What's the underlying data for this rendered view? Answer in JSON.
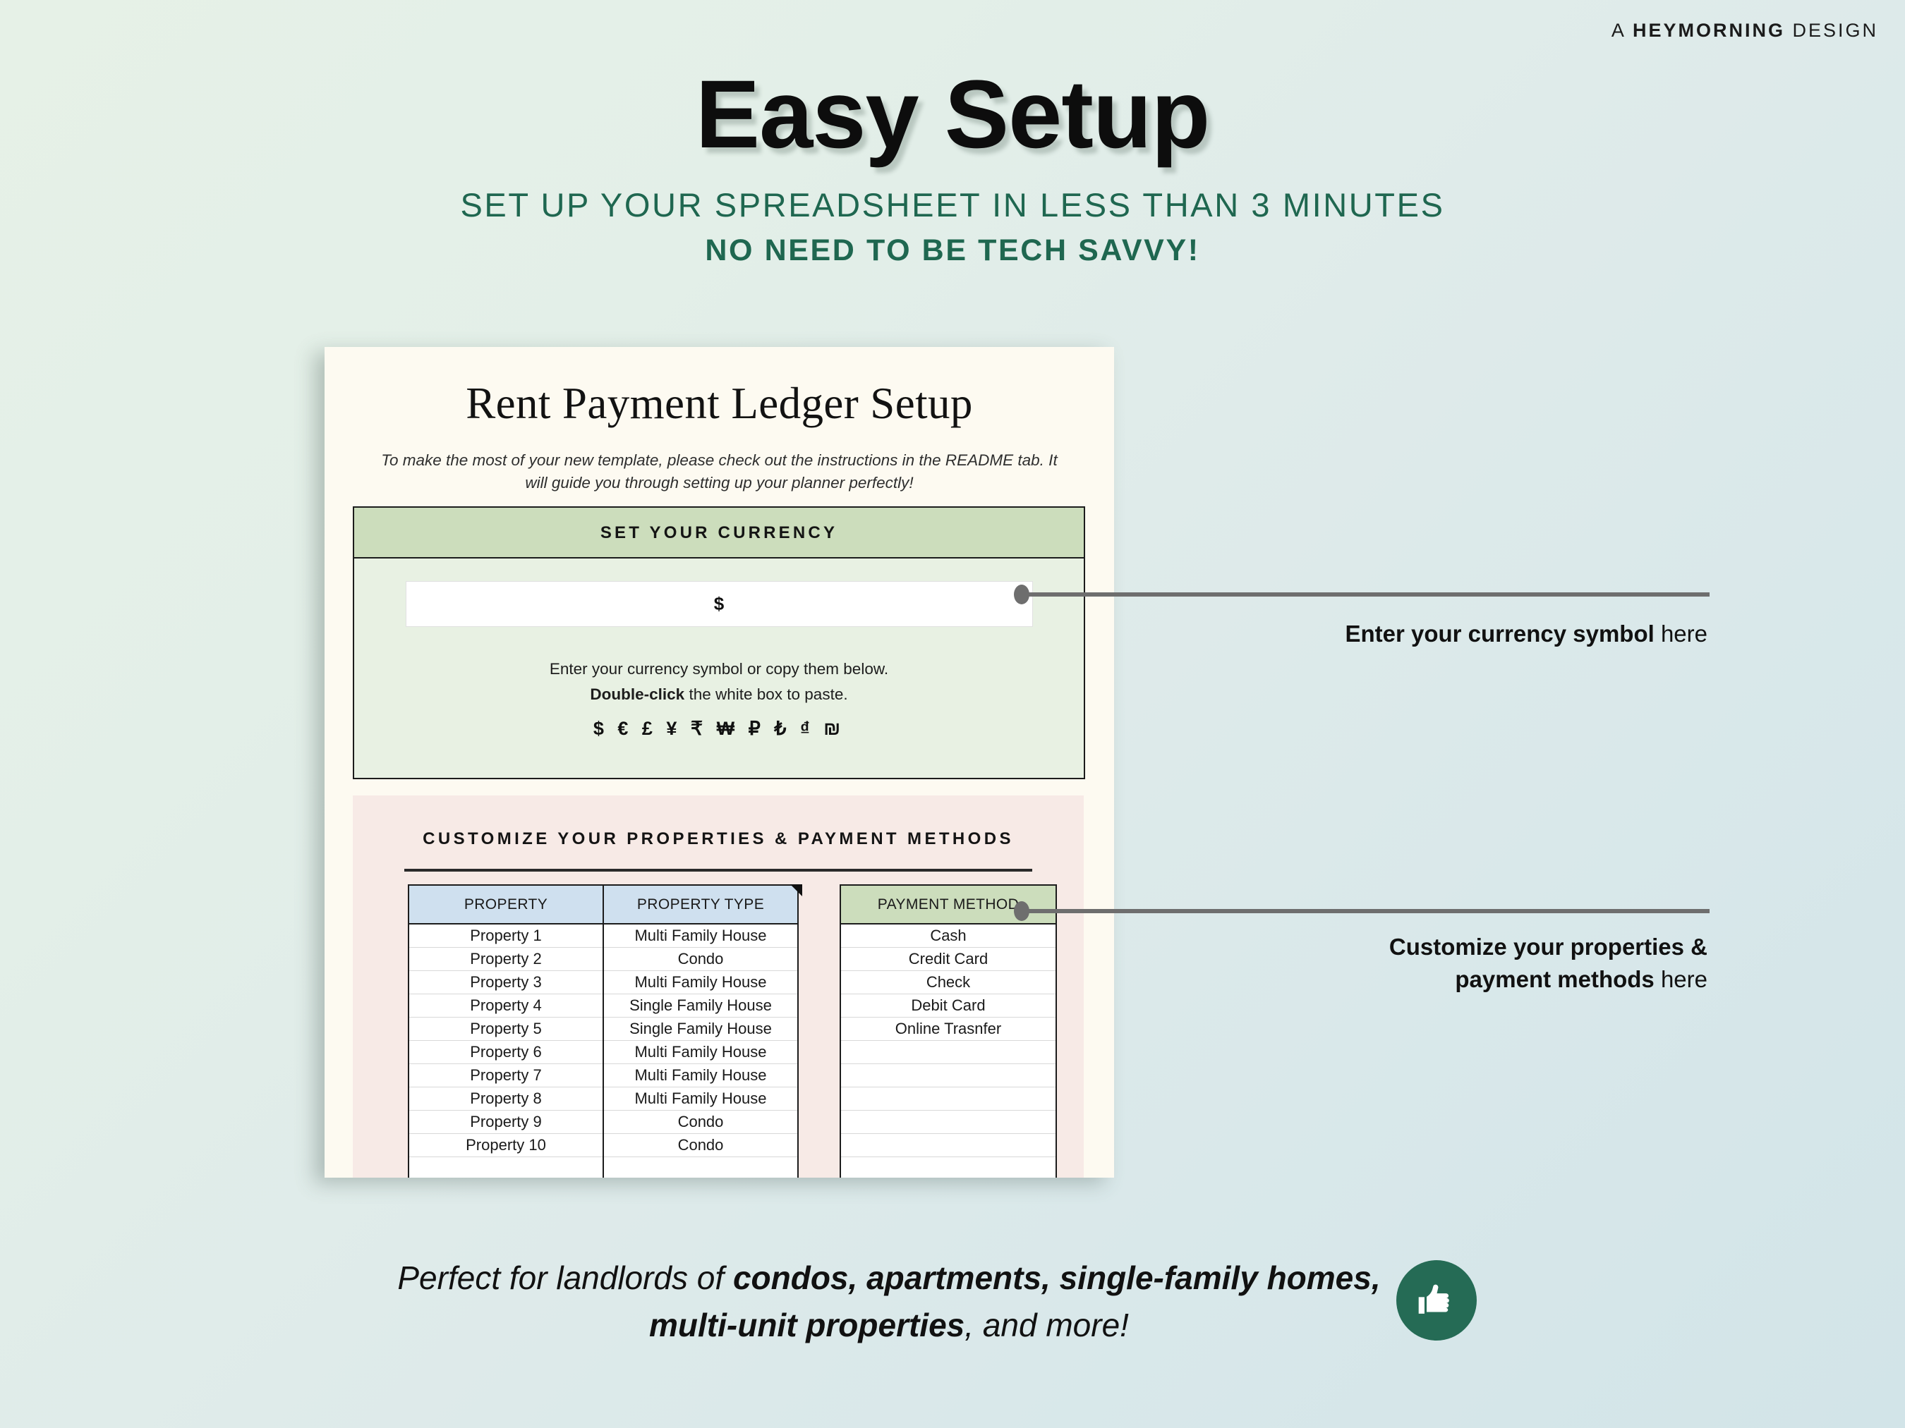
{
  "brand": {
    "prefix": "A ",
    "name": "HEYMORNING",
    "suffix": " DESIGN"
  },
  "headline": "Easy Setup",
  "subheadline_1": "SET UP YOUR SPREADSHEET IN LESS THAN 3 MINUTES",
  "subheadline_2": "NO NEED TO BE TECH SAVVY!",
  "card": {
    "title": "Rent Payment Ledger Setup",
    "note": "To make the most of your new template, please check out the instructions in the README tab. It will guide you through setting up your planner perfectly!",
    "currency": {
      "header": "SET YOUR CURRENCY",
      "input_value": "$",
      "help_line_1": "Enter your currency symbol or copy them below.",
      "help_bold": "Double-click",
      "help_line_2_rest": " the white box to paste.",
      "symbols": "$ € £ ¥ ₹ ₩ ₽ ₺ ₫ ₪"
    },
    "properties": {
      "header": "CUSTOMIZE YOUR PROPERTIES & PAYMENT METHODS",
      "columns": [
        "PROPERTY",
        "PROPERTY TYPE"
      ],
      "payment_column": "PAYMENT METHOD",
      "rows": [
        [
          "Property 1",
          "Multi Family House"
        ],
        [
          "Property 2",
          "Condo"
        ],
        [
          "Property 3",
          "Multi Family House"
        ],
        [
          "Property 4",
          "Single Family House"
        ],
        [
          "Property 5",
          "Single Family House"
        ],
        [
          "Property 6",
          "Multi Family House"
        ],
        [
          "Property 7",
          "Multi Family House"
        ],
        [
          "Property 8",
          "Multi Family House"
        ],
        [
          "Property 9",
          "Condo"
        ],
        [
          "Property 10",
          "Condo"
        ],
        [
          "",
          ""
        ],
        [
          "",
          ""
        ]
      ],
      "payment_methods": [
        "Cash",
        "Credit Card",
        "Check",
        "Debit Card",
        "Online Trasnfer",
        "",
        "",
        "",
        "",
        "",
        "",
        ""
      ]
    }
  },
  "callouts": [
    {
      "bold": "Enter your currency symbol",
      "light": " here"
    },
    {
      "bold_line_1": "Customize your properties &",
      "bold_line_2": "payment methods",
      "light": " here"
    }
  ],
  "footer": {
    "line_1_plain": "Perfect for landlords of ",
    "line_1_bold": "condos, apartments, single-family",
    "line_2_bold": "homes, multi-unit properties",
    "line_2_plain": ", and more!",
    "icon": "thumbs-up-icon"
  },
  "colors": {
    "accent_green": "#1f6750",
    "badge_green": "#256b55",
    "currency_header": "#ccddbc",
    "currency_body": "#e8f1e3",
    "table_header_blue": "#cfe0ef",
    "table_header_green": "#ccddbc",
    "properties_panel": "#f7eae6",
    "card_bg": "#fdfaf1"
  }
}
